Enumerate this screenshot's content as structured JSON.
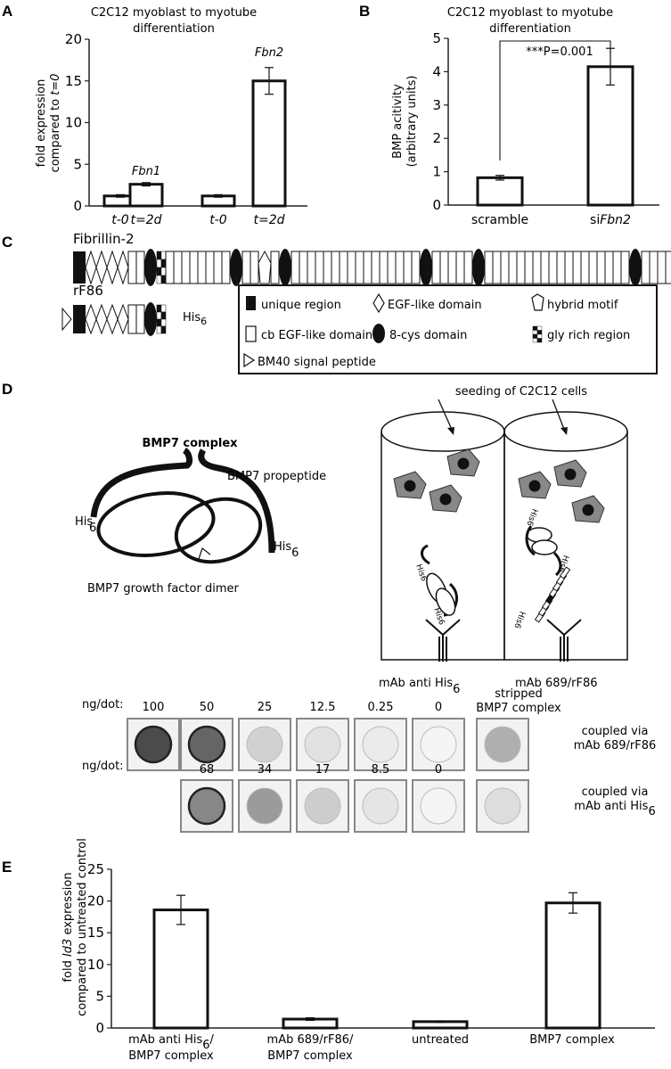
{
  "panels": {
    "A": {
      "label": "A",
      "title_line1": "C2C12 myoblast to myotube",
      "title_line2": "differentiation",
      "ylabel_line1": "fold expression",
      "ylabel_line2_prefix": "compared to ",
      "ylabel_line2_italic": "t=0",
      "bar_labels": [
        "Fbn1",
        "Fbn2"
      ]
    },
    "B": {
      "label": "B",
      "title_line1": "C2C12 myoblast to myotube",
      "title_line2": "differentiation",
      "ylabel_line1": "BMP acitivity",
      "ylabel_line2": "(arbitrary units)",
      "significance": "***P=0.001",
      "xtick1": "scramble",
      "xtick2_prefix": "si",
      "xtick2_italic": "Fbn2"
    },
    "C": {
      "label": "C",
      "protein1": "Fibrillin-2",
      "protein2": "rF86",
      "his_tag": "His",
      "his_sub": "6",
      "legend": {
        "unique_region": "unique region",
        "egf_like": "EGF-like domain",
        "hybrid": "hybrid motif",
        "cb_egf": "cb EGF-like domain",
        "cys8": "8-cys domain",
        "gly_rich": "gly rich region",
        "signal": "BM40 signal peptide"
      }
    },
    "D": {
      "label": "D",
      "complex_title": "BMP7 complex",
      "propeptide": "BMP7 propeptide",
      "his_left": "His",
      "his_right": "His",
      "his_sub": "6",
      "dimer": "BMP7 growth factor dimer",
      "seeding": "seeding of C2C12 cells",
      "well1_label": "mAb anti His",
      "well1_sub": "6",
      "well2_label": "mAb 689/rF86",
      "rotated_his": "His6",
      "dot_row1": {
        "ng_label": "ng/dot:",
        "values": [
          "100",
          "50",
          "25",
          "12.5",
          "0.25",
          "0"
        ],
        "stripped_line1": "stripped",
        "stripped_line2": "BMP7 complex",
        "coupled_line1": "coupled via",
        "coupled_line2": "mAb 689/rF86"
      },
      "dot_row2": {
        "ng_label": "ng/dot:",
        "values": [
          "68",
          "34",
          "17",
          "8.5",
          "0"
        ],
        "coupled_line1": "coupled via",
        "coupled_line2": "mAb anti His",
        "coupled_sub": "6"
      }
    },
    "E": {
      "label": "E",
      "ylabel_line1_prefix": "fold ",
      "ylabel_line1_italic": "Id3",
      "ylabel_line1_suffix": " expression",
      "ylabel_line2": "compared to untreated control",
      "xticks": [
        {
          "line1": "mAb anti His",
          "sub": "6",
          "line1_tail": "/",
          "line2": "BMP7 complex"
        },
        {
          "line1": "mAb 689/rF86/",
          "line2": "BMP7 complex"
        },
        {
          "line1": "untreated",
          "line2": ""
        },
        {
          "line1": "BMP7 complex",
          "line2": ""
        }
      ]
    }
  },
  "chart_data": [
    {
      "panel": "A",
      "type": "bar",
      "categories": [
        "t-0",
        "t=2d",
        "t-0",
        "t=2d"
      ],
      "values": [
        1.2,
        2.6,
        1.2,
        15.0
      ],
      "errors": [
        0.15,
        0.2,
        0.15,
        1.6
      ],
      "ylim": [
        0,
        20
      ],
      "yticks": [
        0,
        5,
        10,
        15,
        20
      ]
    },
    {
      "panel": "B",
      "type": "bar",
      "categories": [
        "scramble",
        "siFbn2"
      ],
      "values": [
        0.82,
        4.15
      ],
      "errors": [
        0.07,
        0.55
      ],
      "ylim": [
        0,
        5
      ],
      "yticks": [
        0,
        1,
        2,
        3,
        4,
        5
      ]
    },
    {
      "panel": "E",
      "type": "bar",
      "categories": [
        "mAb anti His6/BMP7 complex",
        "mAb 689/rF86/BMP7 complex",
        "untreated",
        "BMP7 complex"
      ],
      "values": [
        18.6,
        1.4,
        1.0,
        19.7
      ],
      "errors": [
        2.3,
        0.2,
        0.1,
        1.6
      ],
      "ylim": [
        0,
        25
      ],
      "yticks": [
        0,
        5,
        10,
        15,
        20,
        25
      ]
    }
  ],
  "dot_intensities": {
    "row1": [
      0.85,
      0.72,
      0.18,
      0.1,
      0.05,
      0.0
    ],
    "row1_stripped": 0.35,
    "row2": [
      0.55,
      0.45,
      0.2,
      0.08,
      0.0
    ],
    "row2_stripped": 0.12
  },
  "colors": {
    "ink": "#111111",
    "axis": "#222222"
  }
}
